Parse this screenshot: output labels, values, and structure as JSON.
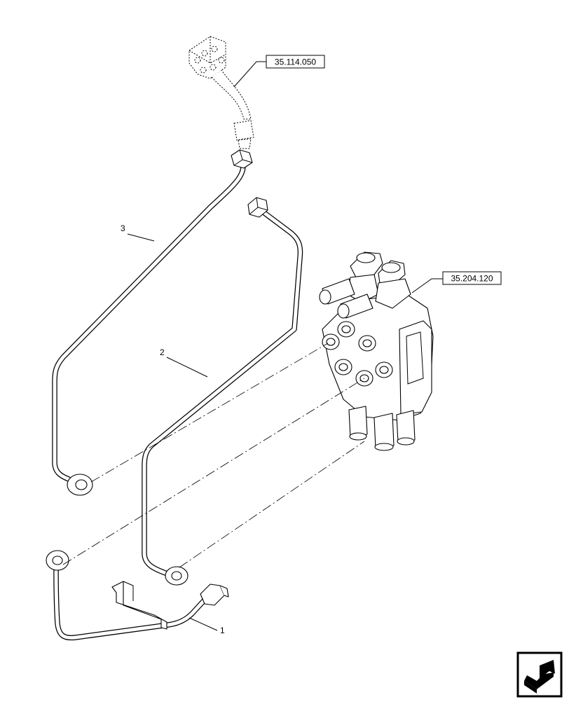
{
  "references": {
    "upper_block": "35.114.050",
    "control_valve": "35.204.120"
  },
  "callouts": [
    {
      "label": "3"
    },
    {
      "label": "2"
    },
    {
      "label": "1"
    }
  ],
  "icons": {
    "nav": "next-page-arrow-icon"
  }
}
